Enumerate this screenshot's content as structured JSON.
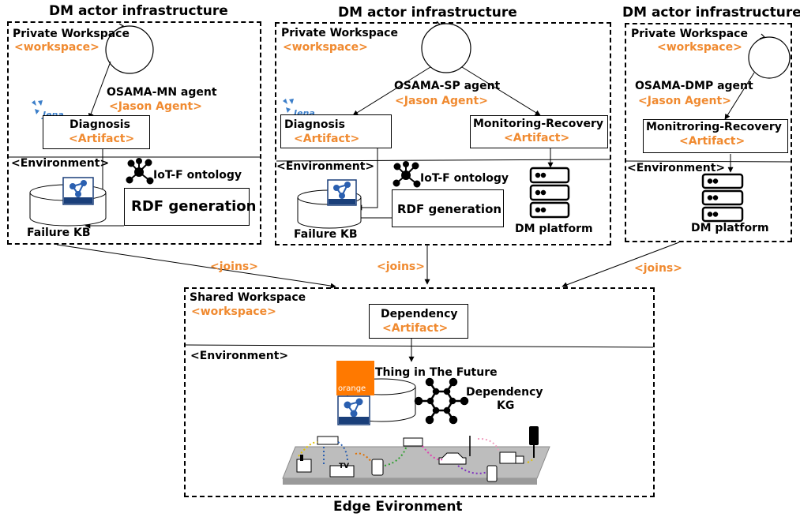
{
  "actors": [
    {
      "title": "DM actor infrastructure",
      "workspace_label": "Private Workspace",
      "workspace_type": "<workspace>",
      "agent_name": "OSAMA-MN agent",
      "agent_type": "<Jason Agent>",
      "artifacts": [
        {
          "name": "Diagnosis",
          "type": "<Artifact>"
        }
      ],
      "environment_label": "<Environment>",
      "ontology_label": "IoT-F ontology",
      "rdf_generation_label": "RDF generation",
      "kb_label": "Failure KB"
    },
    {
      "title": "DM actor infrastructure",
      "workspace_label": "Private Workspace",
      "workspace_type": "<workspace>",
      "agent_name": "OSAMA-SP agent",
      "agent_type": "<Jason Agent>",
      "artifacts": [
        {
          "name": "Diagnosis",
          "type": "<Artifact>"
        },
        {
          "name": "Monitoring-Recovery",
          "type": "<Artifact>"
        }
      ],
      "environment_label": "<Environment>",
      "ontology_label": "IoT-F ontology",
      "rdf_generation_label": "RDF generation",
      "kb_label": "Failure KB",
      "platform_label": "DM platform"
    },
    {
      "title": "DM actor infrastructure",
      "workspace_label": "Private Workspace",
      "workspace_type": "<workspace>",
      "agent_name": "OSAMA-DMP agent",
      "agent_type": "<Jason Agent>",
      "artifacts": [
        {
          "name": "Monitroring-Recovery",
          "type": "<Artifact>"
        }
      ],
      "environment_label": "<Environment>",
      "platform_label": "DM platform"
    }
  ],
  "joins_label": "<joins>",
  "shared": {
    "workspace_label": "Shared Workspace",
    "workspace_type": "<workspace>",
    "artifact_name": "Dependency",
    "artifact_type": "<Artifact>",
    "environment_label": "<Environment>",
    "tift_label": "Thing in The Future",
    "kg_label_1": "Dependency",
    "kg_label_2": "KG",
    "orange_logo_text": "orange",
    "bottom_title": "Edge Evironment",
    "device_tv_label": "TV"
  },
  "logos": {
    "jena": "Jena",
    "rdf": "RDF"
  },
  "colors": {
    "accent": "#f08a30",
    "jena_blue": "#3b7ec9",
    "rdf_blue": "#2a5fb0",
    "orange_brand": "#ff7900"
  },
  "icons": [
    "agent-loop-circle",
    "jena-logo",
    "rdf-logo",
    "ontology-graph-icon",
    "database-icon",
    "server-icon",
    "orange-logo",
    "iot-devices-illustration"
  ]
}
